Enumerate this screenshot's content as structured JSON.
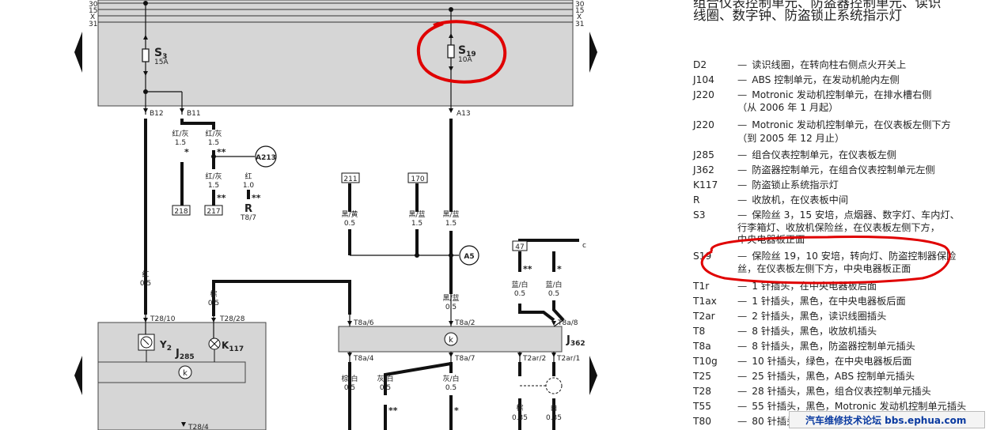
{
  "bus_labels": [
    "30",
    "15",
    "X",
    "31"
  ],
  "fuses": {
    "s3": {
      "code": "S",
      "sub": "3",
      "rating": "15A"
    },
    "s19": {
      "code": "S",
      "sub": "19",
      "rating": "10A"
    }
  },
  "pins": {
    "b12": "B12",
    "b11": "B11",
    "a13": "A13",
    "t28_10": "T28/10",
    "t28_28": "T28/28",
    "t28_4": "T28/4",
    "t8a_6": "T8a/6",
    "t8a_2": "T8a/2",
    "t8a_8": "T8a/8",
    "t8a_4": "T8a/4",
    "t8a_7": "T8a/7",
    "t2ar_2": "T2ar/2",
    "t2ar_1": "T2ar/1"
  },
  "wires": {
    "w1": {
      "color": "红/灰",
      "size": "1.5"
    },
    "w2": {
      "color": "红/灰",
      "size": "1.5"
    },
    "w3": {
      "color": "红/灰",
      "size": "1.5"
    },
    "w4": {
      "color": "红",
      "size": "1.0"
    },
    "w5": {
      "color": "红",
      "size": "0.5"
    },
    "w6": {
      "color": "棕",
      "size": "0.5"
    },
    "w7": {
      "color": "黑/黄",
      "size": "0.5"
    },
    "w8": {
      "color": "黑/蓝",
      "size": "1.5"
    },
    "w9": {
      "color": "黑/蓝",
      "size": "1.5"
    },
    "w10": {
      "color": "黑/蓝",
      "size": "0.5"
    },
    "w11": {
      "color": "蓝/白",
      "size": "0.5"
    },
    "w12": {
      "color": "蓝/白",
      "size": "0.5"
    },
    "w13": {
      "color": "棕/白",
      "size": "0.5"
    },
    "w14": {
      "color": "灰/白",
      "size": "0.5"
    },
    "w15": {
      "color": "灰/白",
      "size": "0.5"
    },
    "w16": {
      "color": "棕",
      "size": "0.35"
    },
    "w17": {
      "color": "白",
      "size": "0.35"
    }
  },
  "marks": {
    "single": "*",
    "double": "**"
  },
  "refs": {
    "r218": "218",
    "r217": "217",
    "r211": "211",
    "r170": "170",
    "r47": "47",
    "c": "c"
  },
  "connectors": {
    "a213": "A213",
    "a5": "A5"
  },
  "radio": {
    "code": "R",
    "pin": "T8/7"
  },
  "components": {
    "j285": {
      "letter": "J",
      "sub": "285"
    },
    "j362": {
      "letter": "J",
      "sub": "362"
    },
    "y2": {
      "letter": "Y",
      "sub": "2"
    },
    "k117": {
      "letter": "K",
      "sub": "117"
    },
    "k_symbol": "k"
  },
  "legend": {
    "title_line1": "组合仪表控制单元、防盗器控制单元、读识",
    "title_line2": "线圈、数字钟、防盗锁止系统指示灯",
    "items": [
      {
        "code": "D2",
        "desc": "读识线圈，在转向柱右侧点火开关上"
      },
      {
        "code": "J104",
        "desc": "ABS 控制单元，在发动机舱内左侧"
      },
      {
        "code": "J220",
        "desc": "Motronic 发动机控制单元，在排水槽右侧",
        "cont": "（从 2006 年 1 月起）"
      },
      {
        "code": "J220",
        "desc": "Motronic 发动机控制单元，在仪表板左侧下方",
        "cont": "（到 2005 年 12 月止）"
      },
      {
        "code": "J285",
        "desc": "组合仪表控制单元，在仪表板左侧"
      },
      {
        "code": "J362",
        "desc": "防盗器控制单元，在组合仪表控制单元左侧"
      },
      {
        "code": "K117",
        "desc": "防盗锁止系统指示灯"
      },
      {
        "code": "R",
        "desc": "收放机，在仪表板中间"
      },
      {
        "code": "S3",
        "desc": "保险丝 3，15 安培，点烟器、数字灯、车内灯、",
        "cont": "行李箱灯、收放机保险丝，在仪表板左侧下方，",
        "cont2": "中央电器板正面"
      },
      {
        "code": "S19",
        "desc": "保险丝 19，10 安培，转向灯、防盗控制器保险",
        "cont": "丝，在仪表板左侧下方，中央电器板正面"
      },
      {
        "code": "T1r",
        "desc": "1 针插头，在中央电器板后面"
      },
      {
        "code": "T1ax",
        "desc": "1 针插头，黑色，在中央电器板后面"
      },
      {
        "code": "T2ar",
        "desc": "2 针插头，黑色，读识线圈插头"
      },
      {
        "code": "T8",
        "desc": "8 针插头，黑色，收放机插头"
      },
      {
        "code": "T8a",
        "desc": "8 针插头，黑色，防盗器控制单元插头"
      },
      {
        "code": "T10g",
        "desc": "10 针插头，绿色，在中央电器板后面"
      },
      {
        "code": "T25",
        "desc": "25 针插头，黑色，ABS 控制单元插头"
      },
      {
        "code": "T28",
        "desc": "28 针插头，黑色，组合仪表控制单元插头"
      },
      {
        "code": "T55",
        "desc": "55 针插头，黑色，Motronic 发动机控制单元插头"
      },
      {
        "code": "T80",
        "desc": "80 针插头"
      }
    ]
  },
  "watermark": "汽车维修技术论坛 bbs.ephua.com"
}
